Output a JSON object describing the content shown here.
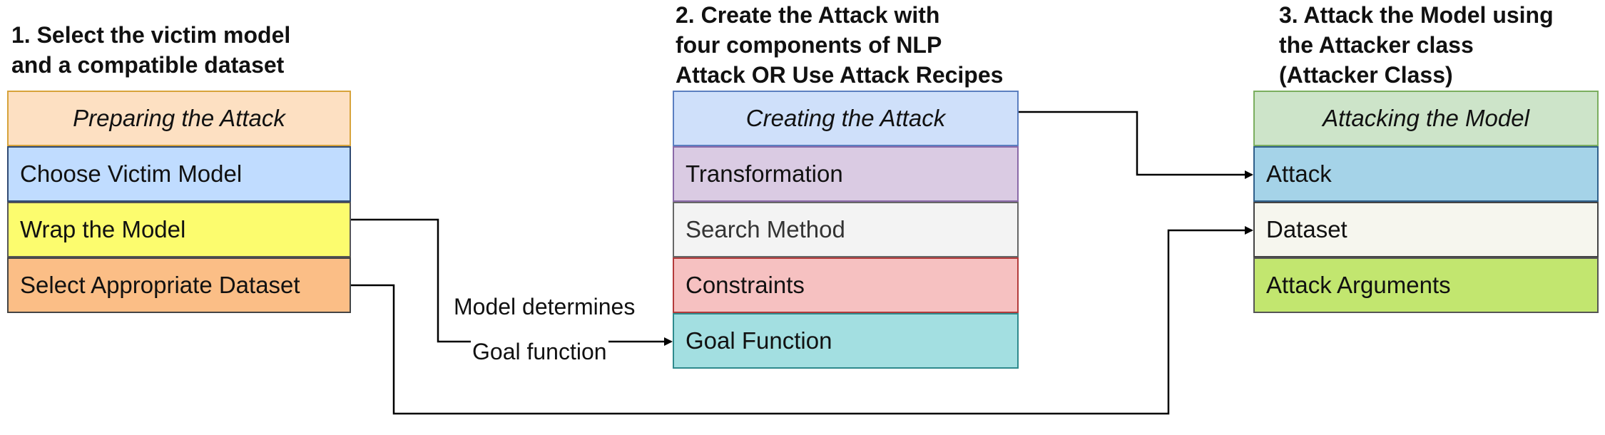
{
  "panels": [
    {
      "heading": [
        "1. Select the victim model",
        "and a compatible dataset"
      ],
      "header": "Preparing the Attack",
      "rows": [
        "Choose Victim Model",
        "Wrap the Model",
        "Select Appropriate Dataset"
      ]
    },
    {
      "heading": [
        "2. Create the Attack with",
        "four components of NLP",
        "Attack OR Use Attack Recipes"
      ],
      "header": "Creating the Attack",
      "rows": [
        "Transformation",
        "Search Method",
        "Constraints",
        "Goal Function"
      ]
    },
    {
      "heading": [
        "3. Attack the Model using",
        "the Attacker class",
        "(Attacker Class)"
      ],
      "header": "Attacking the Model",
      "rows": [
        "Attack",
        "Dataset",
        "Attack Arguments"
      ]
    }
  ],
  "connector_labels": [
    "Model determines",
    "Goal function"
  ],
  "colors": {
    "preparing_header": "#fde0c2",
    "choose_model": "#c0dcff",
    "wrap_model": "#fcfc6e",
    "select_dataset": "#fbbe86",
    "creating_header": "#cfe0fa",
    "transformation": "#dacbe3",
    "search_method": "#f3f3f3",
    "constraints": "#f6c1c1",
    "goal_function": "#a3dfe1",
    "attacking_header": "#cde4c9",
    "attack": "#a5d3e8",
    "dataset": "#f6f6ee",
    "attack_arguments": "#c2e66f"
  }
}
